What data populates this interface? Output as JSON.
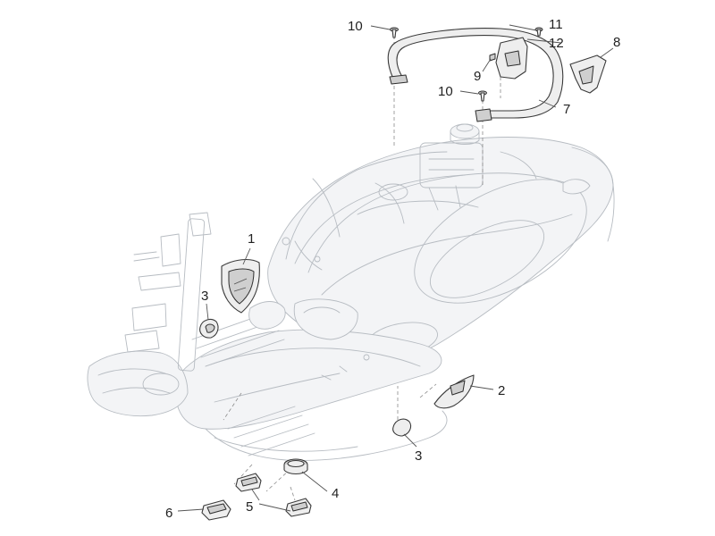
{
  "callouts": [
    {
      "id": "c1",
      "text": "1"
    },
    {
      "id": "c2",
      "text": "2"
    },
    {
      "id": "c3a",
      "text": "3"
    },
    {
      "id": "c3b",
      "text": "3"
    },
    {
      "id": "c4",
      "text": "4"
    },
    {
      "id": "c5",
      "text": "5"
    },
    {
      "id": "c6",
      "text": "6"
    },
    {
      "id": "c7",
      "text": "7"
    },
    {
      "id": "c8",
      "text": "8"
    },
    {
      "id": "c9",
      "text": "9"
    },
    {
      "id": "c10a",
      "text": "10"
    },
    {
      "id": "c10b",
      "text": "10"
    },
    {
      "id": "c11",
      "text": "11"
    },
    {
      "id": "c12",
      "text": "12"
    }
  ]
}
